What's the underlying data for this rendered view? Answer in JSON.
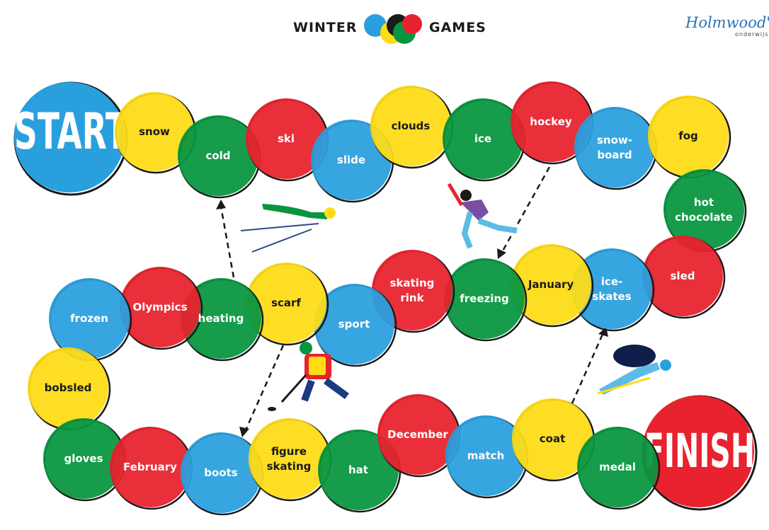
{
  "header": {
    "title_left": "WINTER",
    "title_right": "GAMES",
    "brand": "Holmwood's",
    "brand_sub": "onderwijs"
  },
  "colors": {
    "blue": "#2a9fde",
    "yellow": "#fedc16",
    "red": "#e8222e",
    "green": "#07963f",
    "black": "#1a1a1a"
  },
  "board": {
    "start_label": "START",
    "finish_label": "FINISH",
    "cells": [
      {
        "label": "snow",
        "color": "yellow"
      },
      {
        "label": "cold",
        "color": "green"
      },
      {
        "label": "ski",
        "color": "red"
      },
      {
        "label": "slide",
        "color": "blue"
      },
      {
        "label": "clouds",
        "color": "yellow"
      },
      {
        "label": "ice",
        "color": "green"
      },
      {
        "label": "hockey",
        "color": "red"
      },
      {
        "label": "snow-board",
        "color": "blue"
      },
      {
        "label": "fog",
        "color": "yellow"
      },
      {
        "label": "hot chocolate",
        "color": "green"
      },
      {
        "label": "sled",
        "color": "red"
      },
      {
        "label": "ice-skates",
        "color": "blue"
      },
      {
        "label": "January",
        "color": "yellow"
      },
      {
        "label": "freezing",
        "color": "green"
      },
      {
        "label": "skating rink",
        "color": "red"
      },
      {
        "label": "sport",
        "color": "blue"
      },
      {
        "label": "scarf",
        "color": "yellow"
      },
      {
        "label": "heating",
        "color": "green"
      },
      {
        "label": "Olympics",
        "color": "red"
      },
      {
        "label": "frozen",
        "color": "blue"
      },
      {
        "label": "bobsled",
        "color": "yellow"
      },
      {
        "label": "gloves",
        "color": "green"
      },
      {
        "label": "February",
        "color": "red"
      },
      {
        "label": "boots",
        "color": "blue"
      },
      {
        "label": "figure skating",
        "color": "yellow"
      },
      {
        "label": "hat",
        "color": "green"
      },
      {
        "label": "December",
        "color": "red"
      },
      {
        "label": "match",
        "color": "blue"
      },
      {
        "label": "coat",
        "color": "yellow"
      },
      {
        "label": "medal",
        "color": "green"
      }
    ]
  }
}
